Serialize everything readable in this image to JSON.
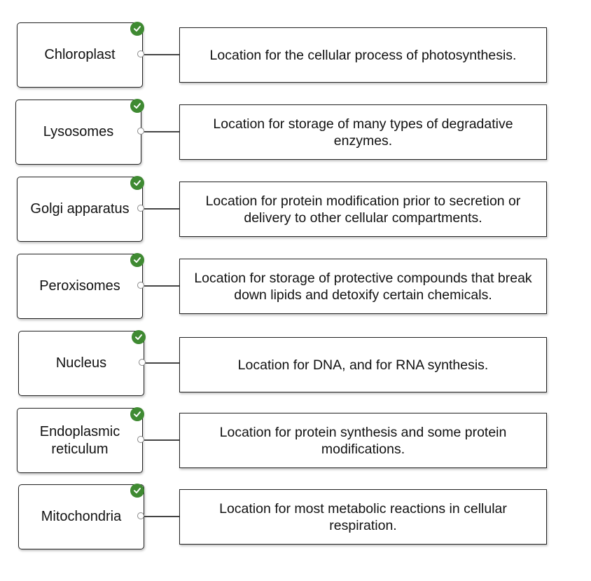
{
  "pairs": [
    {
      "term": "Chloroplast",
      "definition": "Location for the cellular process of photosynthesis."
    },
    {
      "term": "Lysosomes",
      "definition": "Location for storage of many types of degradative enzymes."
    },
    {
      "term": "Golgi apparatus",
      "definition": "Location for protein modification prior to secretion or delivery to other cellular compartments."
    },
    {
      "term": "Peroxisomes",
      "definition": "Location for storage of protective compounds that break down lipids and detoxify certain chemicals."
    },
    {
      "term": "Nucleus",
      "definition": "Location for DNA, and for RNA synthesis."
    },
    {
      "term": "Endoplasmic reticulum",
      "definition": "Location for protein synthesis and some protein modifications."
    },
    {
      "term": "Mitochondria",
      "definition": "Location for most metabolic reactions in cellular respiration."
    }
  ],
  "status_icon": "check-circle-icon",
  "colors": {
    "check": "#3f8a32",
    "border": "#222222"
  }
}
